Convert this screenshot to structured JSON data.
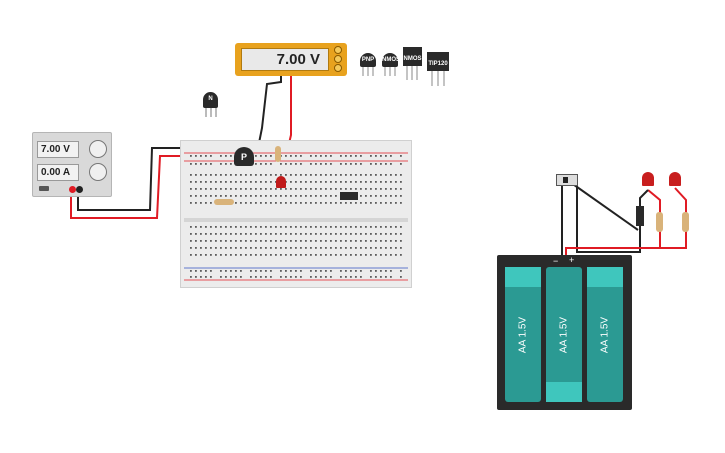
{
  "multimeter": {
    "reading": "7.00 V"
  },
  "power_supply": {
    "voltage": "7.00 V",
    "current": "0.00 A"
  },
  "palette": [
    {
      "id": "n",
      "label": "N"
    },
    {
      "id": "pnp",
      "label": "PNP"
    },
    {
      "id": "nmos",
      "label": "NMOS"
    },
    {
      "id": "nmos2",
      "label": "NMOS"
    },
    {
      "id": "tip",
      "label": "TIP120"
    }
  ],
  "breadboard": {
    "component_label": "P"
  },
  "battery": {
    "cells": [
      "AA 1.5V",
      "AA 1.5V",
      "AA 1.5V"
    ],
    "minus": "−",
    "plus": "+"
  },
  "colors": {
    "wire_red": "#e01b24",
    "wire_black": "#222222",
    "wire_green": "#3cae2a",
    "meter_body": "#e8a21e",
    "battery_cell": "#2b9a93"
  }
}
